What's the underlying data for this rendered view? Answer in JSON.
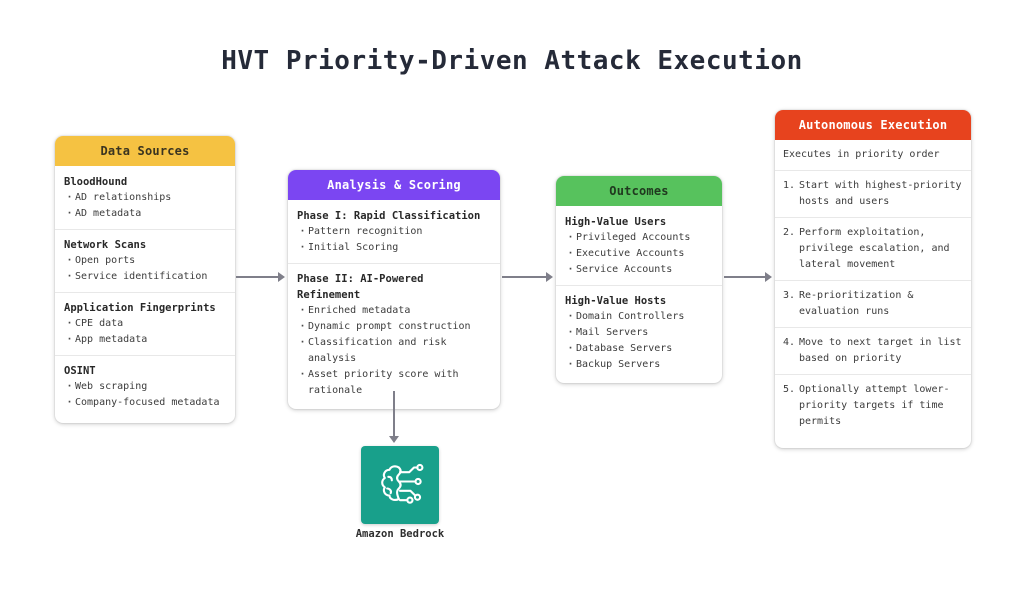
{
  "title": "HVT Priority-Driven Attack Execution",
  "colors": {
    "data_sources_header": "#F5C242",
    "analysis_header": "#7B46F2",
    "outcomes_header": "#57C25D",
    "autonomous_header": "#E7431E",
    "bedrock_tile": "#18A08B",
    "arrow": "#7f7f8a"
  },
  "cards": {
    "data_sources": {
      "header": "Data Sources",
      "sections": [
        {
          "heading": "BloodHound",
          "bullets": [
            "AD relationships",
            "AD metadata"
          ]
        },
        {
          "heading": "Network Scans",
          "bullets": [
            "Open ports",
            "Service identification"
          ]
        },
        {
          "heading": "Application Fingerprints",
          "bullets": [
            "CPE data",
            "App metadata"
          ]
        },
        {
          "heading": "OSINT",
          "bullets": [
            "Web scraping",
            "Company-focused metadata"
          ]
        }
      ]
    },
    "analysis": {
      "header": "Analysis & Scoring",
      "sections": [
        {
          "heading": "Phase I: Rapid Classification",
          "bullets": [
            "Pattern recognition",
            "Initial Scoring"
          ]
        },
        {
          "heading": "Phase II: AI-Powered Refinement",
          "bullets": [
            "Enriched metadata",
            "Dynamic prompt construction",
            "Classification and risk analysis",
            "Asset priority score with rationale"
          ]
        }
      ]
    },
    "outcomes": {
      "header": "Outcomes",
      "sections": [
        {
          "heading": "High-Value Users",
          "bullets": [
            "Privileged Accounts",
            "Executive Accounts",
            "Service Accounts"
          ]
        },
        {
          "heading": "High-Value Hosts",
          "bullets": [
            "Domain Controllers",
            "Mail Servers",
            "Database Servers",
            "Backup Servers"
          ]
        }
      ]
    },
    "autonomous": {
      "header": "Autonomous Execution",
      "intro": "Executes in priority order",
      "steps": [
        {
          "num": "1.",
          "text": "Start with highest-priority hosts and users"
        },
        {
          "num": "2.",
          "text": "Perform exploitation, privilege escalation, and lateral movement"
        },
        {
          "num": "3.",
          "text": "Re-prioritization & evaluation runs"
        },
        {
          "num": "4.",
          "text": "Move to next target in list based on priority"
        },
        {
          "num": "5.",
          "text": "Optionally attempt lower-priority targets if time permits"
        }
      ]
    }
  },
  "bedrock": {
    "label": "Amazon Bedrock",
    "icon": "brain-circuit-icon"
  }
}
